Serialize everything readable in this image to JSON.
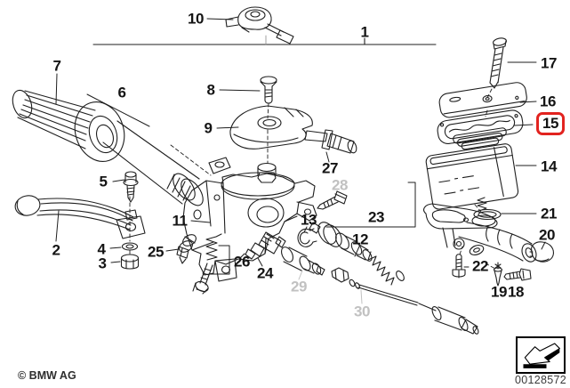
{
  "diagram": {
    "description": "BMW exploded parts diagram - handle unit / master cylinder assembly",
    "highlighted_callout": "15",
    "muted_callouts": [
      "28",
      "29",
      "30"
    ]
  },
  "colors": {
    "line": "#1f1f1f",
    "highlight_border": "#e2231f",
    "muted_label": "#c1c1c1"
  },
  "icons": {
    "stamp": "fold-arrow-icon"
  },
  "callouts": [
    {
      "label": "1"
    },
    {
      "label": "2"
    },
    {
      "label": "3"
    },
    {
      "label": "4"
    },
    {
      "label": "5"
    },
    {
      "label": "6"
    },
    {
      "label": "7"
    },
    {
      "label": "8"
    },
    {
      "label": "9"
    },
    {
      "label": "10"
    },
    {
      "label": "11"
    },
    {
      "label": "12"
    },
    {
      "label": "13"
    },
    {
      "label": "14"
    },
    {
      "label": "15"
    },
    {
      "label": "16"
    },
    {
      "label": "17"
    },
    {
      "label": "18"
    },
    {
      "label": "19"
    },
    {
      "label": "20"
    },
    {
      "label": "21"
    },
    {
      "label": "22"
    },
    {
      "label": "23"
    },
    {
      "label": "24"
    },
    {
      "label": "25"
    },
    {
      "label": "26"
    },
    {
      "label": "27"
    },
    {
      "label": "28"
    },
    {
      "label": "29"
    },
    {
      "label": "30"
    }
  ],
  "footer": {
    "copyright": "© BMW AG",
    "image_number": "00128572"
  }
}
